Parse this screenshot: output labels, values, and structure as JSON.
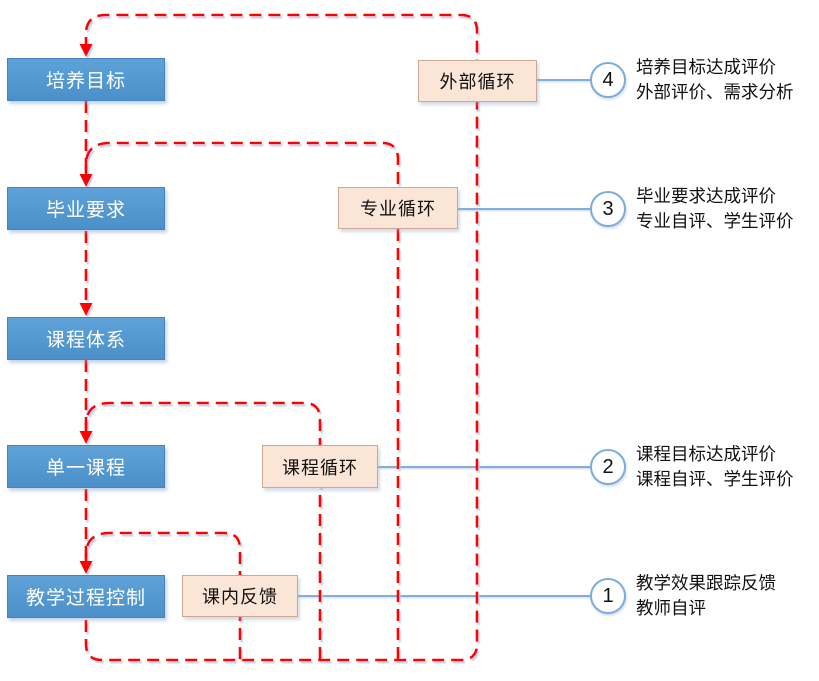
{
  "diagram": {
    "stages": [
      {
        "label": "培养目标"
      },
      {
        "label": "毕业要求"
      },
      {
        "label": "课程体系"
      },
      {
        "label": "单一课程"
      },
      {
        "label": "教学过程控制"
      }
    ],
    "loops": [
      {
        "label": "外部循环",
        "number": "4",
        "desc_line1": "培养目标达成评价",
        "desc_line2": "外部评价、需求分析"
      },
      {
        "label": "专业循环",
        "number": "3",
        "desc_line1": "毕业要求达成评价",
        "desc_line2": "专业自评、学生评价"
      },
      {
        "label": "课程循环",
        "number": "2",
        "desc_line1": "课程目标达成评价",
        "desc_line2": "课程自评、学生评价"
      },
      {
        "label": "课内反馈",
        "number": "1",
        "desc_line1": "教学效果跟踪反馈",
        "desc_line2": "教师自评"
      }
    ],
    "colors": {
      "stage_fill": "#4f97cf",
      "loop_fill": "#fbe5d6",
      "loop_border": "#cfa894",
      "feedback_red": "#fe0000",
      "connector_blue": "#6fa3da"
    }
  }
}
